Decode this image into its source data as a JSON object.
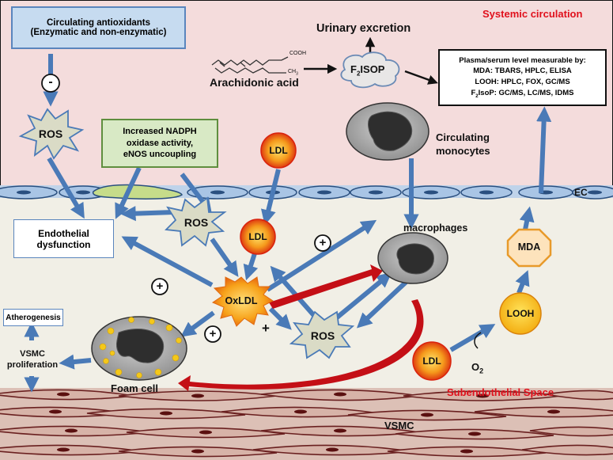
{
  "regions": {
    "systemic": "Systemic circulation",
    "subendothelial": "Subendothelial Space"
  },
  "labels": {
    "antioxidants_line1": "Circulating antioxidants",
    "antioxidants_line2": "(Enzymatic and non-enzymatic)",
    "nadph_line1": "Increased NADPH",
    "nadph_line2": "oxidase activity,",
    "nadph_line3": "eNOS uncoupling",
    "urinary": "Urinary excretion",
    "arachidonic": "Arachidonic acid",
    "f2isop_pre": "F",
    "f2isop_sub": "2",
    "f2isop_post": "ISOP",
    "cooh": "COOH",
    "ch3": "CH",
    "ch3_sub": "3",
    "measure_title": "Plasma/serum level measurable by:",
    "measure_mda": "MDA: TBARS, HPLC, ELISA",
    "measure_looh": "LOOH: HPLC, FOX, GC/MS",
    "measure_f2_pre": "F",
    "measure_f2_sub": "2",
    "measure_f2_post": "IsoP: GC/MS, LC/MS, IDMS",
    "circ_monocytes_1": "Circulating",
    "circ_monocytes_2": "monocytes",
    "ec": "EC",
    "endo_1": "Endothelial",
    "endo_2": "dysfunction",
    "macrophages": "macrophages",
    "foam_cell": "Foam cell",
    "atherogenesis": "Atherogenesis",
    "vsmc_prolif_1": "VSMC",
    "vsmc_prolif_2": "proliferation",
    "vsmc": "VSMC",
    "ros": "ROS",
    "ldl": "LDL",
    "oxldl": "OxLDL",
    "mda": "MDA",
    "looh": "LOOH",
    "o2": "O",
    "o2_sub": "2",
    "minus": "-",
    "plus": "+"
  },
  "colors": {
    "systemic_bg": "#f4dcdc",
    "sub_bg": "#f1efe6",
    "arrow": "#4a7ab7",
    "red_text": "#e0101c",
    "antiox_fill": "#c6dbf0",
    "nadph_fill": "#d8e9c5",
    "ros_fill": "#dadbc6",
    "ldl_fill": "#ef7a10",
    "oxldl_fill": "#f7a21a",
    "ec_fill": "#a9c5e5",
    "vsmc_bg": "#d9b9b0",
    "vsmc_line": "#6a2020",
    "mda_fill": "#fde3bc",
    "looh_fill": "#f9c10e",
    "foam_fill": "#a6a6a6"
  }
}
